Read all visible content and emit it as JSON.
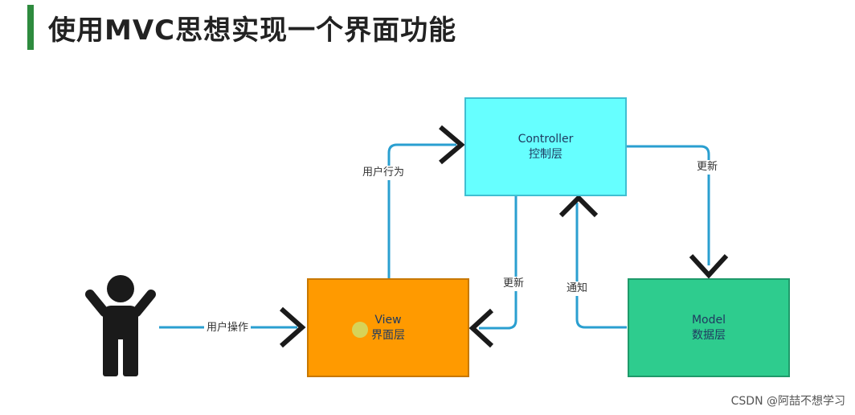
{
  "title": "使用MVC思想实现一个界面功能",
  "nodes": {
    "controller": {
      "line1": "Controller",
      "line2": "控制层",
      "color": "#66ffff"
    },
    "view": {
      "line1": "View",
      "line2": "界面层",
      "color": "#ff9a00"
    },
    "model": {
      "line1": "Model",
      "line2": "数据层",
      "color": "#2ecc8e"
    }
  },
  "edges": {
    "user_op": "用户操作",
    "user_action": "用户行为",
    "update_view": "更新",
    "update_model": "更新",
    "notify": "通知"
  },
  "line_color": "#2a9fd0",
  "watermark": "CSDN @阿喆不想学习"
}
